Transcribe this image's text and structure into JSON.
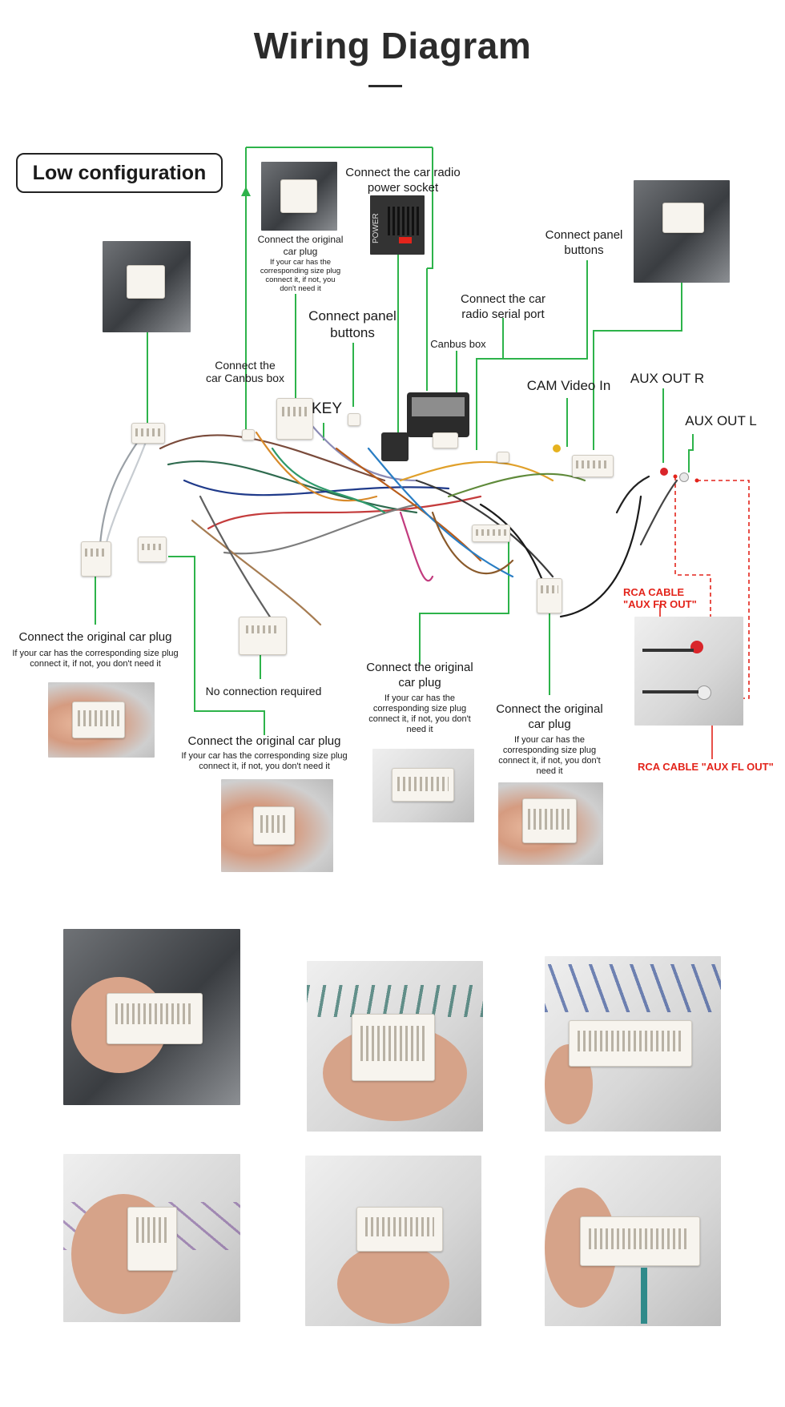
{
  "title": "Wiring Diagram",
  "config_label": "Low configuration",
  "labels": {
    "power_socket": "Connect the car radio power socket",
    "power_socket_plug_text": "POWER",
    "orig_plug_top": "Connect the original car plug",
    "orig_plug_top_note": "If your car has the corresponding size plug connect it, if not, you don't need it",
    "canbus_connect": "Connect the",
    "canbus_connect_2": "car Canbus box",
    "panel_buttons_mid": "Connect panel buttons",
    "key": "KEY",
    "canbus_box": "Canbus box",
    "serial_port": "Connect the car radio serial port",
    "panel_buttons_right": "Connect panel buttons",
    "cam_video": "CAM Video In",
    "aux_out_r": "AUX OUT R",
    "aux_out_l": "AUX OUT L",
    "orig_plug_left": "Connect the original car plug",
    "orig_plug_left_note": "If your car has the corresponding size plug connect it, if not, you don't need it",
    "no_connection": "No connection required",
    "orig_plug_center_left": "Connect the original car plug",
    "orig_plug_center_left_note": "If your car has the corresponding size plug connect it, if not, you don't need it",
    "orig_plug_center": "Connect the original car plug",
    "orig_plug_center_note": "If your car has the corresponding size plug connect it, if not, you don't need it",
    "orig_plug_right": "Connect the original car plug",
    "orig_plug_right_note": "If your car has the corresponding size plug connect it, if not, you don't need it",
    "rca_fr": "RCA CABLE",
    "rca_fr_2": "\"AUX FR OUT\"",
    "rca_fl": "RCA CABLE   \"AUX FL OUT\""
  },
  "colors": {
    "leader_line": "#2db34a",
    "rca_dashed": "#e3241b",
    "title_text": "#2b2b2b"
  },
  "photo_grid": {
    "items": [
      {
        "name": "plug-photo-1",
        "icon": "white-connector-photo"
      },
      {
        "name": "plug-photo-2",
        "icon": "white-connector-photo"
      },
      {
        "name": "plug-photo-3",
        "icon": "white-connector-photo"
      },
      {
        "name": "plug-photo-4",
        "icon": "white-connector-photo"
      },
      {
        "name": "plug-photo-5",
        "icon": "white-connector-photo"
      },
      {
        "name": "plug-photo-6",
        "icon": "white-connector-photo"
      }
    ]
  }
}
